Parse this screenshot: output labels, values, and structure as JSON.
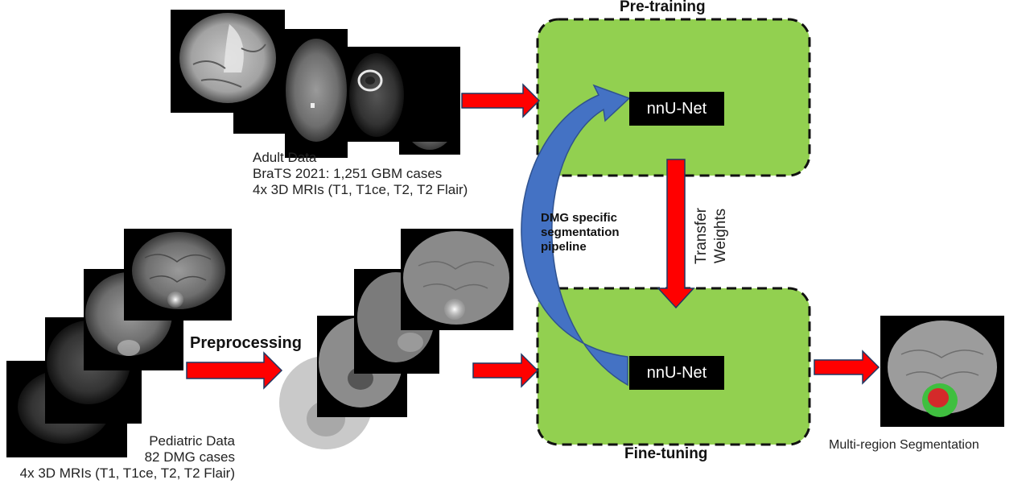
{
  "colors": {
    "box_fill": "#92D050",
    "arrow_red": "#FF0000",
    "curve_blue": "#4472C4",
    "network_box": "#000000"
  },
  "pretraining": {
    "title": "Pre-training",
    "network_label": "nnU-Net"
  },
  "finetuning": {
    "title": "Fine-tuning",
    "network_label": "nnU-Net"
  },
  "transfer": {
    "line1": "Transfer",
    "line2": "Weights"
  },
  "pipeline_label": {
    "line1": "DMG specific",
    "line2": "segmentation",
    "line3": "pipeline"
  },
  "adult_data": {
    "line1": "Adult Data",
    "line2": "BraTS 2021: 1,251 GBM cases",
    "line3": "4x 3D MRIs (T1, T1ce, T2, T2 Flair)"
  },
  "pediatric_data": {
    "line1": "Pediatric Data",
    "line2": "82 DMG cases",
    "line3": "4x 3D MRIs (T1, T1ce, T2, T2 Flair)"
  },
  "preprocessing_label": "Preprocessing",
  "output_label": "Multi-region Segmentation"
}
